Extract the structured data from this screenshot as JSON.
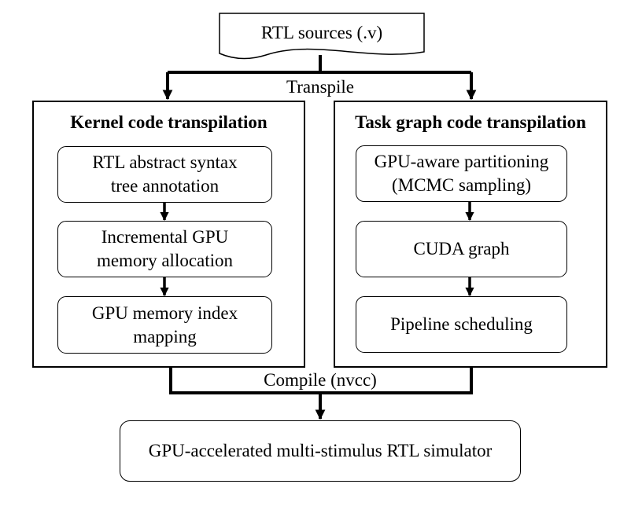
{
  "source": {
    "label": "RTL sources (.v)"
  },
  "edges": {
    "transpile": "Transpile",
    "compile": "Compile (nvcc)"
  },
  "kernel_panel": {
    "title": "Kernel code transpilation",
    "steps": [
      "RTL abstract syntax\ntree annotation",
      "Incremental GPU\nmemory allocation",
      "GPU memory index\nmapping"
    ]
  },
  "taskgraph_panel": {
    "title": "Task graph code transpilation",
    "steps": [
      "GPU-aware partitioning\n(MCMC sampling)",
      "CUDA graph",
      "Pipeline scheduling"
    ]
  },
  "output": {
    "label": "GPU-accelerated multi-stimulus RTL simulator"
  }
}
